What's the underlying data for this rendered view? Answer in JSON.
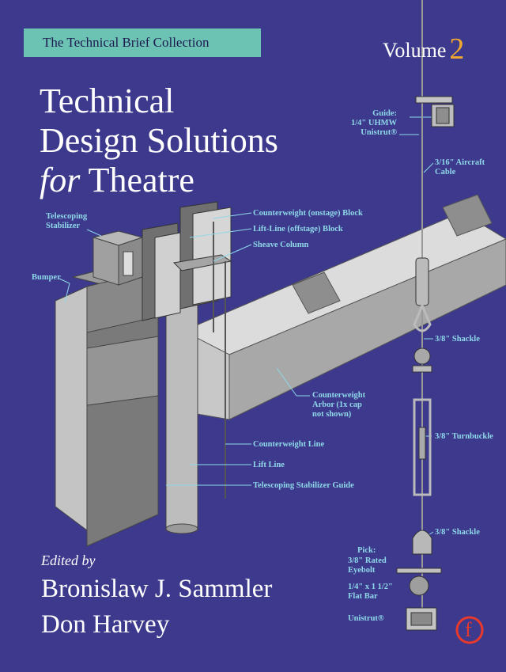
{
  "series": "The Technical Brief Collection",
  "volume": {
    "label": "Volume",
    "number": "2"
  },
  "title": {
    "line1": "Technical",
    "line2": "Design Solutions",
    "line3_italic": "for",
    "line3_rest": " Theatre"
  },
  "labels": {
    "telescoping_stabilizer": "Telescoping\nStabilizer",
    "bumper": "Bumper",
    "counterweight_block": "Counterweight (onstage) Block",
    "lift_line_block": "Lift-Line (offstage) Block",
    "sheave_column": "Sheave Column",
    "counterweight_arbor": "Counterweight\nArbor (1x cap\nnot shown)",
    "counterweight_line": "Counterweight Line",
    "lift_line": "Lift Line",
    "stabilizer_guide": "Telescoping Stabilizer Guide",
    "guide": "Guide:\n1/4\" UHMW\nUnistrut®",
    "aircraft_cable": "3/16\" Aircraft\nCable",
    "shackle_top": "3/8\" Shackle",
    "turnbuckle": "3/8\" Turnbuckle",
    "shackle_bottom": "3/8\" Shackle",
    "pick": "Pick:",
    "eyebolt": "3/8\" Rated\nEyebolt",
    "flat_bar": "1/4\" x 1 1/2\"\nFlat Bar",
    "unistrut_bottom": "Unistrut®"
  },
  "edited_by": "Edited by",
  "editors": [
    "Bronislaw J. Sammler",
    "Don Harvey"
  ],
  "publisher_logo": "f",
  "colors": {
    "background": "#3d3a8e",
    "band": "#6cc3b4",
    "accent": "#f0a830",
    "label": "#8fd8e8",
    "logo": "#e8392c"
  }
}
